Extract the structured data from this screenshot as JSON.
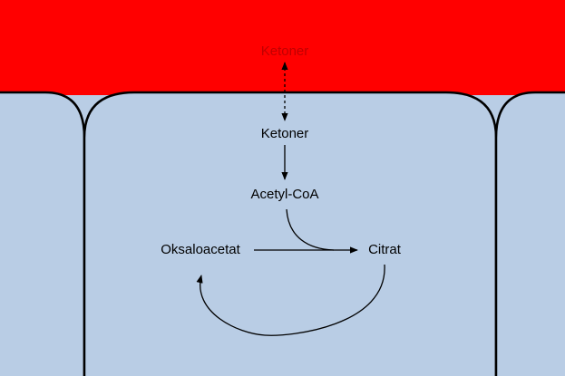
{
  "colors": {
    "blood": "#ff0000",
    "cell": "#b9cde5",
    "outline": "#000000",
    "blood_text": "#c00000",
    "text": "#000000"
  },
  "labels": {
    "ketones_blood": "Ketoner",
    "ketones_cell": "Ketoner",
    "acetyl_coa": "Acetyl-CoA",
    "oxaloacetate": "Oksaloacetat",
    "citrate": "Citrat"
  }
}
